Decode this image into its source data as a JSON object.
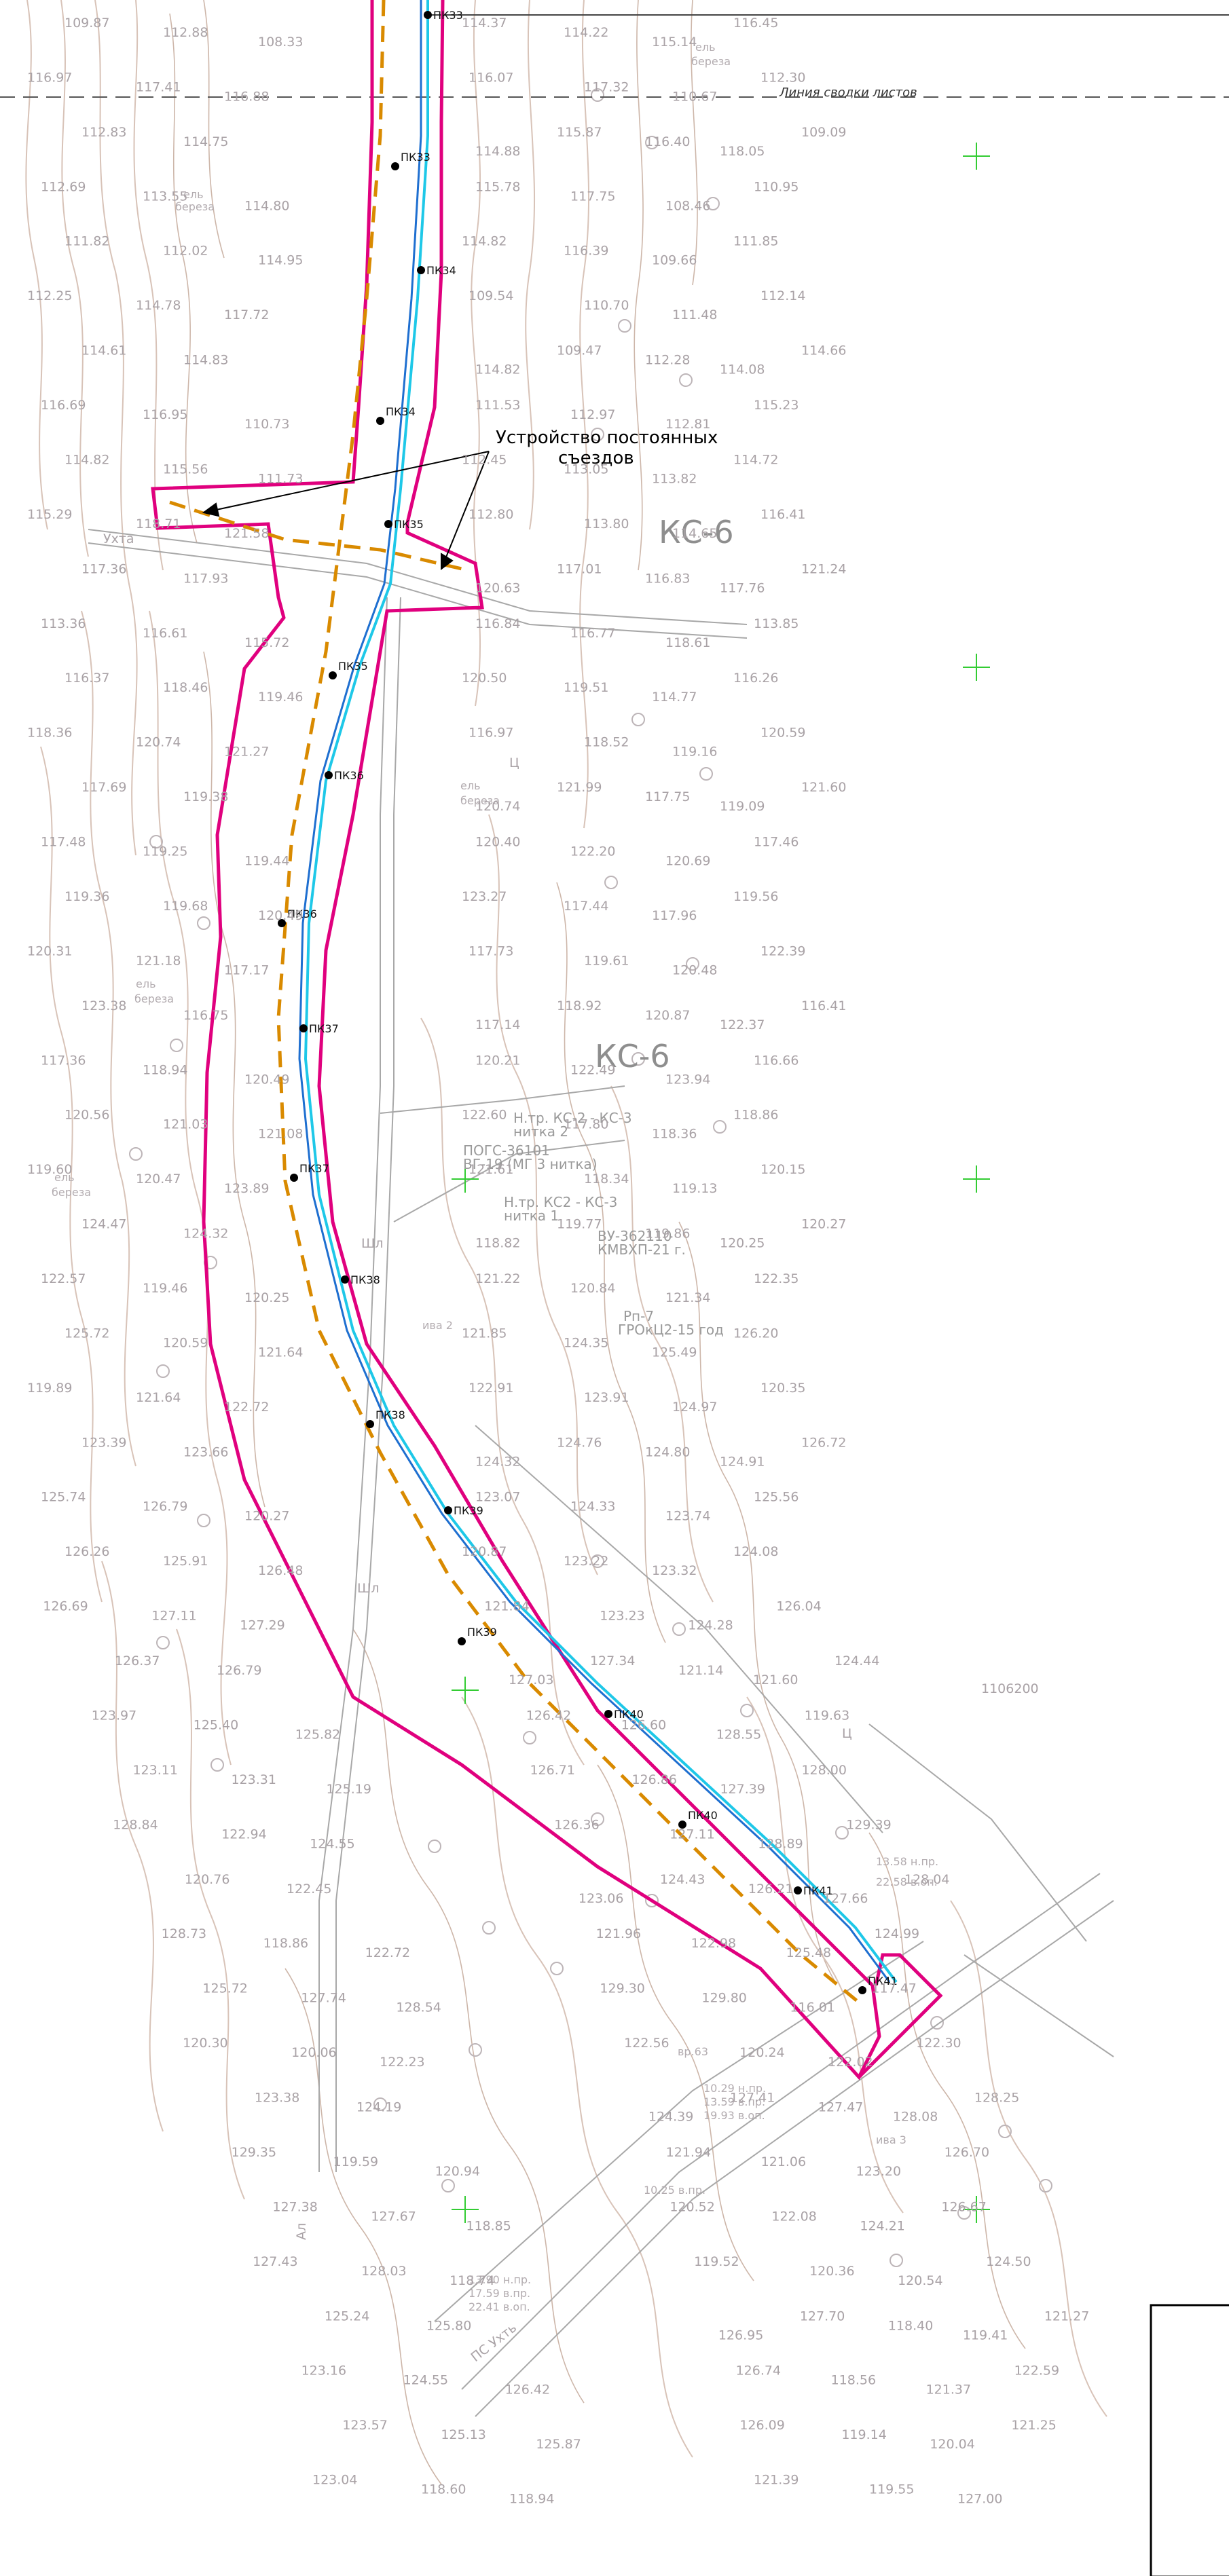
{
  "sheet_line_label": "Линия сводки листов",
  "callout_label": "Устройство постоянных съездов",
  "regions": [
    {
      "id": "kc6-a",
      "label": "КС-6"
    },
    {
      "id": "kc6-b",
      "label": "КС-6"
    }
  ],
  "pickets": [
    {
      "label": "ПК33",
      "side": "axis"
    },
    {
      "label": "ПК33",
      "side": "left"
    },
    {
      "label": "ПК34",
      "side": "axis"
    },
    {
      "label": "ПК34",
      "side": "left"
    },
    {
      "label": "ПК35",
      "side": "axis"
    },
    {
      "label": "ПК35",
      "side": "left"
    },
    {
      "label": "ПК36",
      "side": "axis"
    },
    {
      "label": "ПК36",
      "side": "left"
    },
    {
      "label": "ПК37",
      "side": "axis"
    },
    {
      "label": "ПК37",
      "side": "left"
    },
    {
      "label": "ПК38",
      "side": "axis"
    },
    {
      "label": "ПК38",
      "side": "right"
    },
    {
      "label": "ПК39",
      "side": "axis"
    },
    {
      "label": "ПК39",
      "side": "left"
    },
    {
      "label": "ПК40",
      "side": "axis"
    },
    {
      "label": "ПК40",
      "side": "right"
    },
    {
      "label": "ПК41",
      "side": "axis"
    },
    {
      "label": "ПК41",
      "side": "left"
    }
  ],
  "utility_notes": [
    "Н.тр. КС-2 - КС-3",
    "нитка 2",
    "ПОГС-36101",
    "ВГ-19 (МГ 3 нитка)",
    "Н.тр. КС2 - КС-3",
    "нитка 1",
    "ВУ-362110",
    "КМВХП-21 г.",
    "Рп-7",
    "ГРОкЦ2-15 год"
  ],
  "grid_coordinate": "1106200",
  "tree_labels": [
    "ель",
    "береза",
    "ель",
    "береза",
    "ель",
    "береза",
    "ель",
    "береза",
    "ель",
    "береза"
  ],
  "misc_labels": [
    "Ухта",
    "Шл",
    "Шл",
    "ива 2",
    "ива 3",
    "вр.63",
    "ПС Ухть",
    "Ал",
    "Ц",
    "Ц"
  ],
  "elevations": [
    "109.87",
    "112.88",
    "108.33",
    "114.37",
    "114.22",
    "115.14",
    "116.45",
    "116.97",
    "117.41",
    "116.88",
    "116.07",
    "117.32",
    "110.67",
    "112.30",
    "112.83",
    "114.75",
    "114.88",
    "115.87",
    "116.40",
    "118.05",
    "109.09",
    "112.69",
    "113.55",
    "114.80",
    "115.78",
    "117.75",
    "108.46",
    "110.95",
    "111.82",
    "112.02",
    "114.95",
    "114.82",
    "116.39",
    "109.66",
    "111.85",
    "112.25",
    "114.78",
    "117.72",
    "109.54",
    "110.70",
    "111.48",
    "112.14",
    "114.61",
    "114.83",
    "114.82",
    "109.47",
    "112.28",
    "114.08",
    "114.66",
    "116.69",
    "116.95",
    "110.73",
    "111.53",
    "112.97",
    "112.81",
    "115.23",
    "114.82",
    "115.56",
    "111.73",
    "112.45",
    "113.05",
    "113.82",
    "114.72",
    "115.29",
    "118.71",
    "121.58",
    "112.80",
    "113.80",
    "114.65",
    "116.41",
    "117.36",
    "117.93",
    "120.63",
    "117.01",
    "116.83",
    "117.76",
    "121.24",
    "113.36",
    "116.61",
    "115.72",
    "116.84",
    "116.77",
    "118.61",
    "113.85",
    "116.37",
    "118.46",
    "119.46",
    "120.50",
    "119.51",
    "114.77",
    "116.26",
    "118.36",
    "120.74",
    "121.27",
    "116.97",
    "118.52",
    "119.16",
    "120.59",
    "117.69",
    "119.38",
    "120.74",
    "121.99",
    "117.75",
    "119.09",
    "121.60",
    "117.48",
    "119.25",
    "119.44",
    "120.40",
    "122.20",
    "120.69",
    "117.46",
    "119.36",
    "119.68",
    "120.49",
    "123.27",
    "117.44",
    "117.96",
    "119.56",
    "120.31",
    "121.18",
    "117.17",
    "117.73",
    "119.61",
    "120.48",
    "122.39",
    "123.38",
    "116.75",
    "117.14",
    "118.92",
    "120.87",
    "122.37",
    "116.41",
    "117.36",
    "118.94",
    "120.49",
    "120.21",
    "122.49",
    "123.94",
    "116.66",
    "120.56",
    "121.03",
    "121.08",
    "122.60",
    "117.80",
    "118.36",
    "118.86",
    "119.60",
    "120.47",
    "123.89",
    "121.61",
    "118.34",
    "119.13",
    "120.15",
    "124.47",
    "124.32",
    "118.82",
    "119.77",
    "119.86",
    "120.25",
    "120.27",
    "122.57",
    "119.46",
    "120.25",
    "121.22",
    "120.84",
    "121.34",
    "122.35",
    "125.72",
    "120.59",
    "121.64",
    "121.85",
    "124.35",
    "125.49",
    "126.20",
    "119.89",
    "121.64",
    "122.72",
    "122.91",
    "123.91",
    "124.97",
    "120.35",
    "123.39",
    "123.66",
    "124.32",
    "124.76",
    "124.80",
    "124.91",
    "126.72",
    "125.74",
    "126.79",
    "120.27",
    "123.07",
    "124.33",
    "123.74",
    "125.56",
    "126.26",
    "125.91",
    "126.48",
    "120.87",
    "123.22",
    "123.32",
    "124.08",
    "126.69",
    "127.11",
    "127.29",
    "121.84",
    "123.23",
    "124.28",
    "126.04",
    "126.37",
    "126.79",
    "127.03",
    "127.34",
    "121.14",
    "121.60",
    "124.44",
    "123.97",
    "125.40",
    "125.82",
    "126.42",
    "126.60",
    "128.55",
    "119.63",
    "123.11",
    "123.31",
    "125.19",
    "126.71",
    "126.86",
    "127.39",
    "128.00",
    "128.84",
    "122.94",
    "124.55",
    "126.36",
    "127.11",
    "128.89",
    "129.39",
    "120.76",
    "122.45",
    "123.06",
    "124.43",
    "126.21",
    "127.66",
    "128.04",
    "128.73",
    "118.86",
    "122.72",
    "121.96",
    "122.98",
    "125.48",
    "124.99",
    "125.72",
    "127.74",
    "128.54",
    "129.30",
    "129.80",
    "116.01",
    "117.47",
    "120.30",
    "120.06",
    "122.23",
    "122.56",
    "120.24",
    "122.02",
    "122.30",
    "123.38",
    "124.19",
    "124.39",
    "127.41",
    "127.47",
    "128.08",
    "128.25",
    "129.35",
    "119.59",
    "120.94",
    "121.94",
    "121.06",
    "123.20",
    "126.70",
    "127.38",
    "127.67",
    "118.85",
    "120.52",
    "122.08",
    "124.21",
    "126.67",
    "127.43",
    "128.03",
    "118.74",
    "119.52",
    "120.36",
    "120.54",
    "124.50",
    "125.24",
    "125.80",
    "126.95",
    "127.70",
    "118.40",
    "119.41",
    "121.27",
    "123.16",
    "124.55",
    "126.42",
    "126.74",
    "118.56",
    "121.37",
    "122.59",
    "123.57",
    "125.13",
    "125.87",
    "126.09",
    "119.14",
    "120.04",
    "121.25",
    "123.04",
    "118.60",
    "118.94",
    "121.39",
    "119.55",
    "127.00"
  ],
  "road_notes": [
    "13.90 н.пр.",
    "17.59 в.пр.",
    "22.41 в.оп.",
    "10.29 н.пр.",
    "13.59 в.пр.",
    "19.93 в.оп.",
    "10.25 в.пр.",
    "13.58 н.пр.",
    "22.58 в.оп."
  ],
  "colors": {
    "right_of_way": "#e0007e",
    "pipeline_axis": "#1e6fd0",
    "pipeline_cyan": "#1ec8e8",
    "existing_route": "#d98a00",
    "contours": "#d8c3b8",
    "grid_cross": "#33cc33"
  }
}
